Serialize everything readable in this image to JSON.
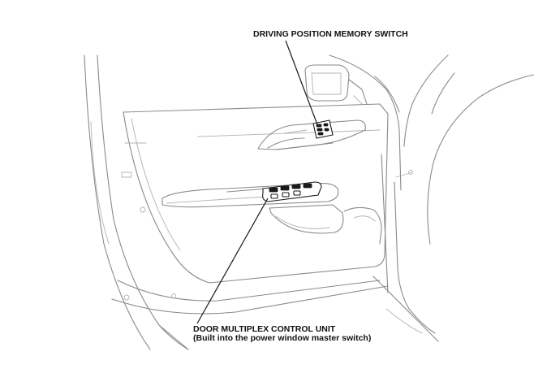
{
  "callouts": {
    "memory_switch": "DRIVING POSITION MEMORY SWITCH",
    "multiplex_unit_line1": "DOOR MULTIPLEX CONTROL UNIT",
    "multiplex_unit_line2": "(Built into the power window master switch)"
  },
  "colors": {
    "line_art": "#8a8a8a",
    "leader": "#1a1a1a",
    "background": "#ffffff"
  }
}
